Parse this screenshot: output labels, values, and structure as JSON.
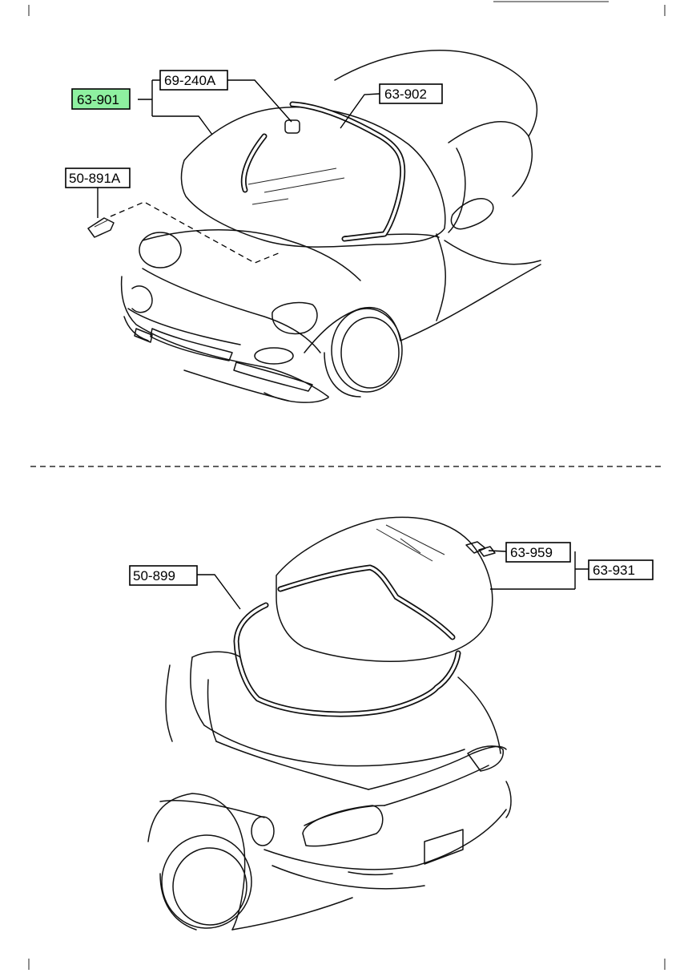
{
  "callouts": {
    "windshield_assembly": "63-901",
    "mirror_base": "69-240A",
    "windshield_molding": "63-902",
    "washer_nozzle": "50-891A",
    "rear_molding": "50-899",
    "rear_window_assembly": "63-931",
    "rear_clip": "63-959"
  },
  "colors": {
    "highlight": "#8ef0a0",
    "line": "#000000",
    "background": "#ffffff"
  }
}
